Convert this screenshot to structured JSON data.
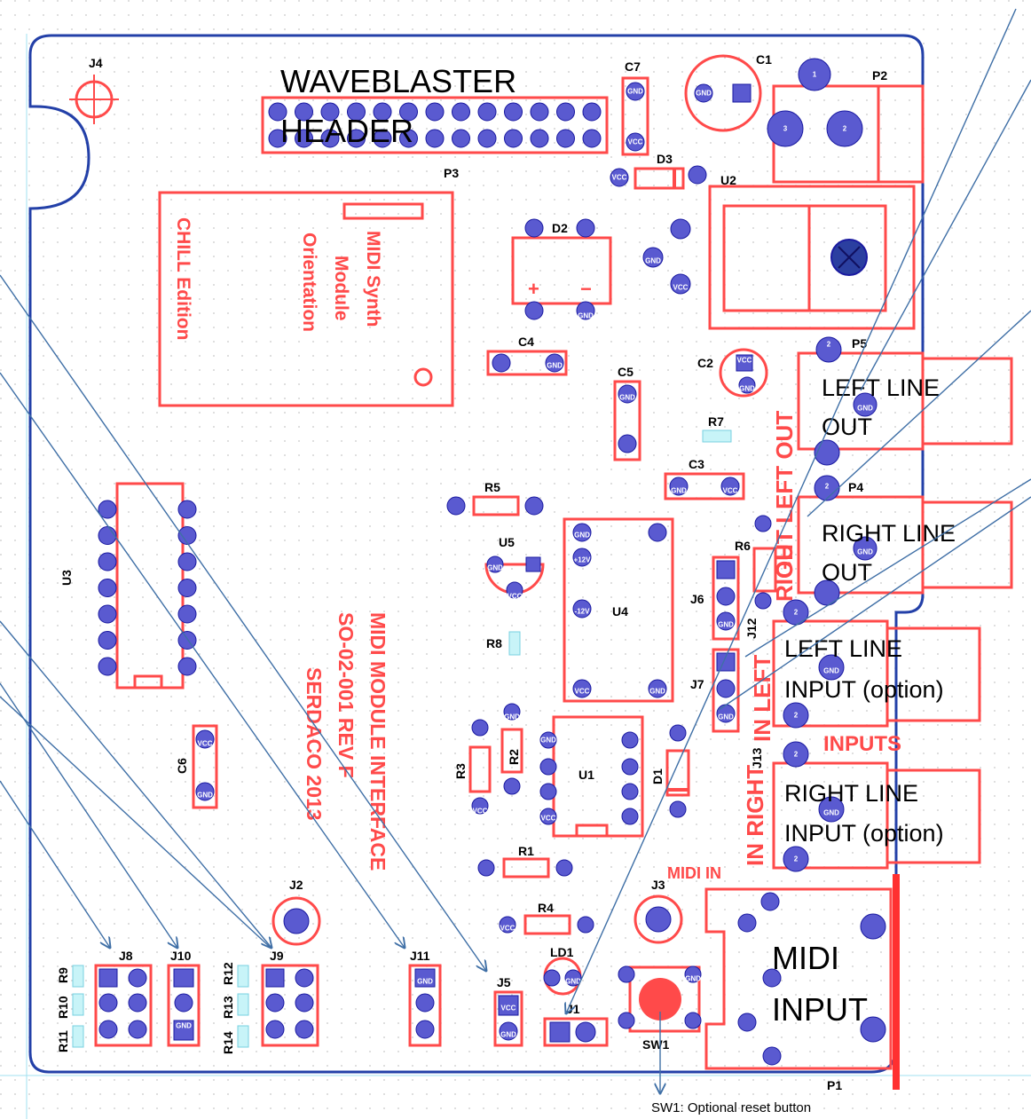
{
  "colors": {
    "outline": "#2340a8",
    "silk": "#ff4a4a",
    "pad": "#5a5ad0",
    "grid": "#c8c8c8",
    "leader": "#3f6fa6"
  },
  "captions": {
    "wb1": "WAVEBLASTER",
    "wb2": "HEADER",
    "lo1": "LEFT LINE",
    "lo2": "OUT",
    "ro1": "RIGHT LINE",
    "ro2": "OUT",
    "li1": "LEFT LINE",
    "li2": "INPUT (option)",
    "ri1": "RIGHT LINE",
    "ri2": "INPUT (option)",
    "mi1": "MIDI",
    "mi2": "INPUT",
    "sw1": "SW1: Optional reset button"
  },
  "silk": {
    "chill": "CHILL Edition",
    "orient1": "MIDI Synth",
    "orient2": "Module",
    "orient3": "Orientation",
    "title1": "MIDI MODULE INTERFACE",
    "title2": "SO-02-001 REV F",
    "title3": "SERDACO 2013",
    "out_left": "OUT LEFT OUT",
    "right": "RIGHT",
    "in_left": "IN LEFT",
    "inputs": "INPUTS",
    "in_right": "IN RIGHT",
    "midi_in": "MIDI IN"
  },
  "refs": {
    "J4": "J4",
    "P3": "P3",
    "C7": "C7",
    "C1": "C1",
    "P2": "P2",
    "D3": "D3",
    "U2": "U2",
    "D2": "D2",
    "C4": "C4",
    "C5": "C5",
    "C2": "C2",
    "P5": "P5",
    "R7": "R7",
    "C3": "C3",
    "P4": "P4",
    "R5": "R5",
    "U5": "U5",
    "R6": "R6",
    "J6": "J6",
    "U3": "U3",
    "U4": "U4",
    "J12": "J12",
    "R8": "R8",
    "J7": "J7",
    "J13": "J13",
    "C6": "C6",
    "R3": "R3",
    "R2": "R2",
    "U1": "U1",
    "D1": "D1",
    "R1": "R1",
    "J2": "J2",
    "J3": "J3",
    "R4": "R4",
    "LD1": "LD1",
    "J8": "J8",
    "J10": "J10",
    "J9": "J9",
    "J11": "J11",
    "J5": "J5",
    "J1": "J1",
    "SW1": "SW1",
    "P1": "P1",
    "R9": "R9",
    "R10": "R10",
    "R11": "R11",
    "R12": "R12",
    "R13": "R13",
    "R14": "R14"
  },
  "pads": {
    "gnd": "GND",
    "vcc": "VCC",
    "p12": "+12V",
    "m12": "-12V"
  }
}
